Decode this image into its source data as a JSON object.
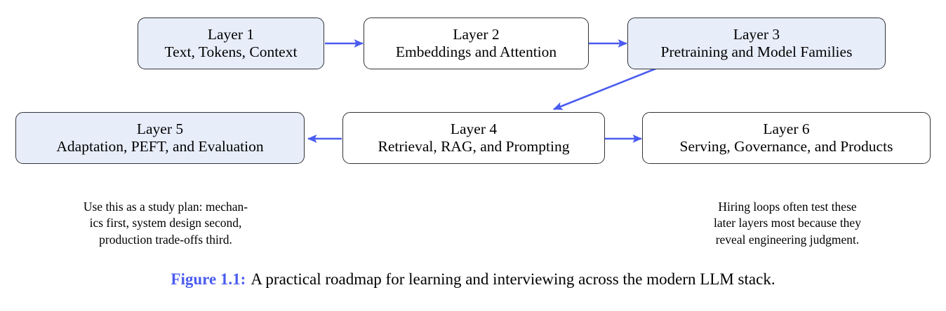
{
  "figure": {
    "caption_label": "Figure 1.1:",
    "caption_text": "A practical roadmap for learning and interviewing across the modern LLM stack.",
    "accent_color": "#4a5cf0",
    "arrow_color": "#4a5cf0",
    "node_fill_highlight": "#e8edfa",
    "node_fill_plain": "#ffffff",
    "node_border_color": "#33333a"
  },
  "nodes": [
    {
      "id": "layer-1",
      "title": "Layer 1",
      "subtitle": "Text, Tokens, Context",
      "highlighted": true
    },
    {
      "id": "layer-2",
      "title": "Layer 2",
      "subtitle": "Embeddings and Attention",
      "highlighted": false
    },
    {
      "id": "layer-3",
      "title": "Layer 3",
      "subtitle": "Pretraining and Model Families",
      "highlighted": true
    },
    {
      "id": "layer-4",
      "title": "Layer 4",
      "subtitle": "Retrieval, RAG, and Prompting",
      "highlighted": false
    },
    {
      "id": "layer-5",
      "title": "Layer 5",
      "subtitle": "Adaptation, PEFT, and Evaluation",
      "highlighted": true
    },
    {
      "id": "layer-6",
      "title": "Layer 6",
      "subtitle": "Serving, Governance, and Products",
      "highlighted": false
    }
  ],
  "notes": {
    "left": {
      "line1": "Use this as a study plan:  mechan-",
      "line2": "ics first, system design second,",
      "line3": "production trade-offs third."
    },
    "right": {
      "line1": "Hiring loops often test these",
      "line2": "later layers most because they",
      "line3": "reveal engineering judgment."
    }
  }
}
